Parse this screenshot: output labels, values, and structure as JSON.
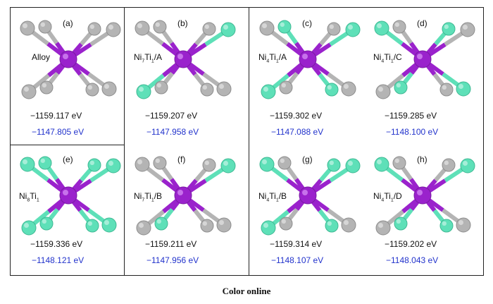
{
  "colors": {
    "ni_atom": "#b4b4b4",
    "ti_atom": "#9a22cc",
    "substituted_atom": "#5ee0b8",
    "energy_blue": "#2233cc"
  },
  "panels": [
    {
      "label": "(a)",
      "system_main": "Alloy",
      "system_sub1": "",
      "system_mid": "",
      "system_sub2": "",
      "system_tail": "",
      "energy_1": "−1159.117 eV",
      "energy_2": "−1147.805 eV",
      "atoms": [
        "gray",
        "gray",
        "gray",
        "gray",
        "gray",
        "gray",
        "gray",
        "gray"
      ]
    },
    {
      "label": "(b)",
      "system_main": "Ni",
      "system_sub1": "7",
      "system_mid": "Ti",
      "system_sub2": "1",
      "system_tail": "/A",
      "energy_1": "−1159.207 eV",
      "energy_2": "−1147.958 eV",
      "atoms": [
        "gray",
        "gray",
        "gray",
        "teal",
        "teal",
        "gray",
        "gray",
        "gray"
      ]
    },
    {
      "label": "(c)",
      "system_main": "Ni",
      "system_sub1": "4",
      "system_mid": "Ti",
      "system_sub2": "1",
      "system_tail": "/A",
      "energy_1": "−1159.302 eV",
      "energy_2": "−1147.088 eV",
      "atoms": [
        "gray",
        "teal",
        "gray",
        "teal",
        "teal",
        "gray",
        "teal",
        "gray"
      ]
    },
    {
      "label": "(d)",
      "system_main": "Ni",
      "system_sub1": "4",
      "system_mid": "Ti",
      "system_sub2": "1",
      "system_tail": "/C",
      "energy_1": "−1159.285 eV",
      "energy_2": "−1148.100 eV",
      "atoms": [
        "teal",
        "gray",
        "teal",
        "gray",
        "gray",
        "teal",
        "gray",
        "teal"
      ]
    },
    {
      "label": "(e)",
      "system_main": "Ni",
      "system_sub1": "8",
      "system_mid": "Ti",
      "system_sub2": "1",
      "system_tail": "",
      "energy_1": "−1159.336 eV",
      "energy_2": "−1148.121 eV",
      "atoms": [
        "teal",
        "teal",
        "teal",
        "teal",
        "teal",
        "teal",
        "teal",
        "teal"
      ]
    },
    {
      "label": "(f)",
      "system_main": "Ni",
      "system_sub1": "7",
      "system_mid": "Ti",
      "system_sub2": "1",
      "system_tail": "/B",
      "energy_1": "−1159.211 eV",
      "energy_2": "−1147.956 eV",
      "atoms": [
        "gray",
        "gray",
        "gray",
        "teal",
        "gray",
        "teal",
        "gray",
        "gray"
      ]
    },
    {
      "label": "(g)",
      "system_main": "Ni",
      "system_sub1": "4",
      "system_mid": "Ti",
      "system_sub2": "1",
      "system_tail": "/B",
      "energy_1": "−1159.314 eV",
      "energy_2": "−1148.107 eV",
      "atoms": [
        "teal",
        "gray",
        "teal",
        "teal",
        "teal",
        "gray",
        "teal",
        "gray"
      ]
    },
    {
      "label": "(h)",
      "system_main": "Ni",
      "system_sub1": "4",
      "system_mid": "Ti",
      "system_sub2": "1",
      "system_tail": "/D",
      "energy_1": "−1159.202 eV",
      "energy_2": "−1148.043 eV",
      "atoms": [
        "teal",
        "gray",
        "gray",
        "teal",
        "gray",
        "teal",
        "teal",
        "gray"
      ]
    }
  ],
  "caption": "Color online"
}
